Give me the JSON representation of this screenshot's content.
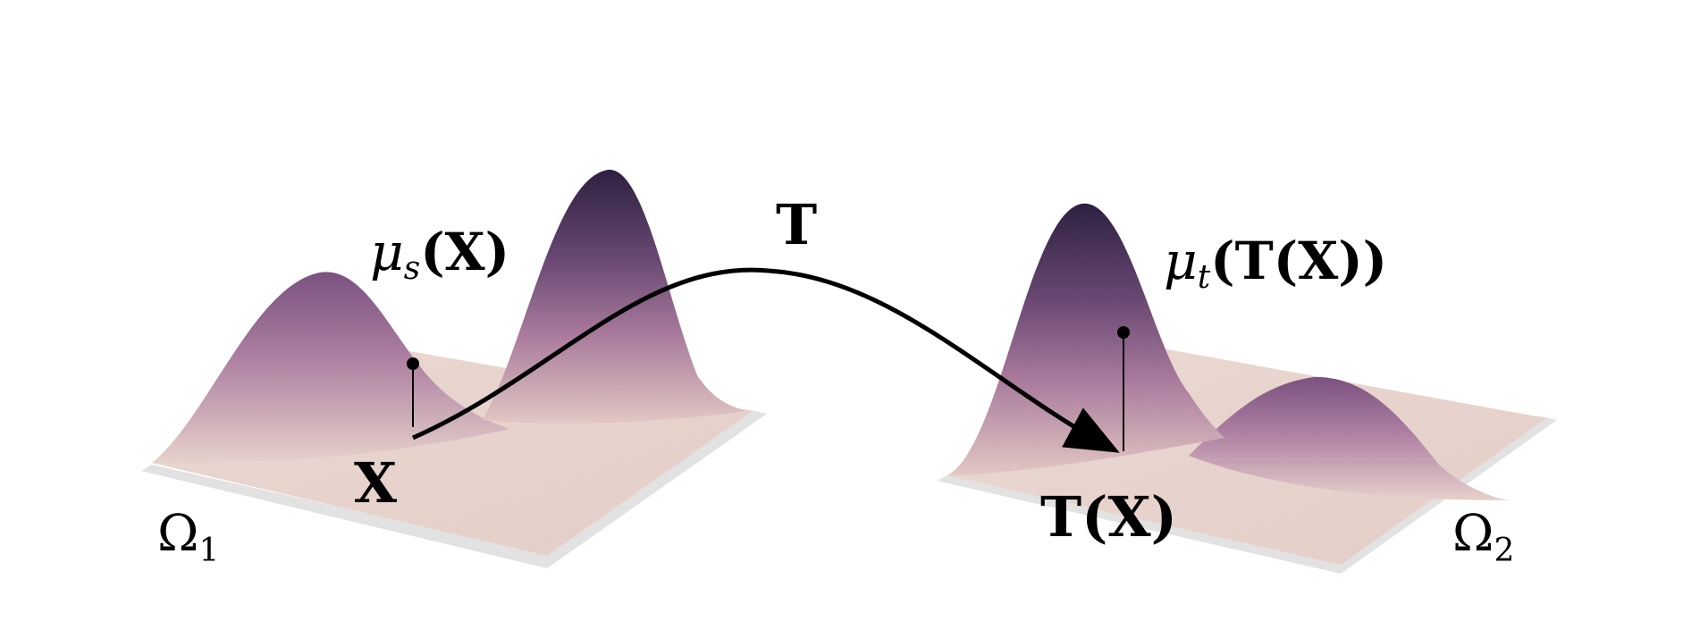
{
  "labels": {
    "omega1_base": "Ω",
    "omega1_sub": "1",
    "omega2_base": "Ω",
    "omega2_sub": "2",
    "x_point": "X",
    "mu_s_symbol": "μ",
    "mu_s_sub": "s",
    "mu_s_arg": "(X)",
    "map_T": "T",
    "mu_t_symbol": "μ",
    "mu_t_sub": "t",
    "mu_t_arg": "(T(X))",
    "tx_point": "T(X)"
  },
  "colors": {
    "peak": "#2e2040",
    "mid": "#7b4f7f",
    "low": "#b98aa8",
    "base": "#e9d6d0",
    "shadow": "#e3e3e3",
    "ink": "#000000"
  }
}
